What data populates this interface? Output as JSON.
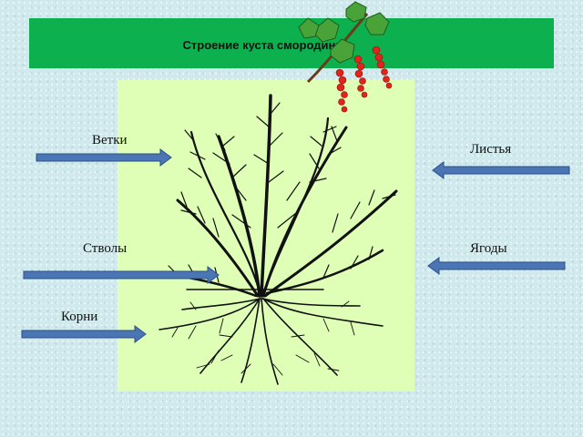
{
  "title": "Строение куста смородины",
  "labels": {
    "branches": "Ветки",
    "leaves": "Листья",
    "trunks": "Стволы",
    "berries": "Ягоды",
    "roots": "Корни"
  },
  "colors": {
    "title_bar": "#0db04f",
    "panel": "#deffb5",
    "arrow": "#4a76b6",
    "background": "#cfe9ec"
  },
  "icons": {
    "bush": "currant-bush-drawing",
    "berries": "red-currant-branch-picture"
  }
}
